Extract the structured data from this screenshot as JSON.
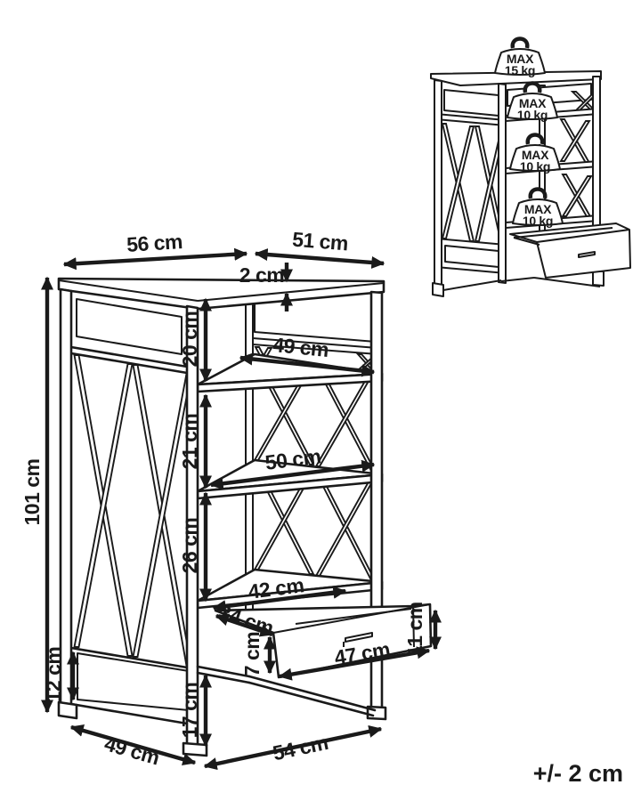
{
  "diagram": {
    "tolerance": "+/- 2 cm"
  },
  "dimensions": {
    "top_width": "56 cm",
    "top_depth": "51 cm",
    "top_thickness": "2 cm",
    "total_height": "101 cm",
    "top_gap_height": "20 cm",
    "shelf1_width": "49 cm",
    "middle_gap_height": "21 cm",
    "shelf2_width": "50 cm",
    "bottom_gap_height": "26 cm",
    "drawer_opening_width": "42 cm",
    "drawer_side_depth": "34 cm",
    "drawer_inner_height": "7 cm",
    "drawer_front_width": "47 cm",
    "drawer_front_height": "11 cm",
    "base_panel_height": "12 cm",
    "base_clearance_height": "17 cm",
    "base_width": "49 cm",
    "base_depth": "54 cm"
  },
  "load_limits": {
    "top": {
      "line1": "MAX",
      "line2": "15 kg"
    },
    "shelf1": {
      "line1": "MAX",
      "line2": "10 kg"
    },
    "shelf2": {
      "line1": "MAX",
      "line2": "10 kg"
    },
    "shelf3": {
      "line1": "MAX",
      "line2": "10 kg"
    }
  }
}
